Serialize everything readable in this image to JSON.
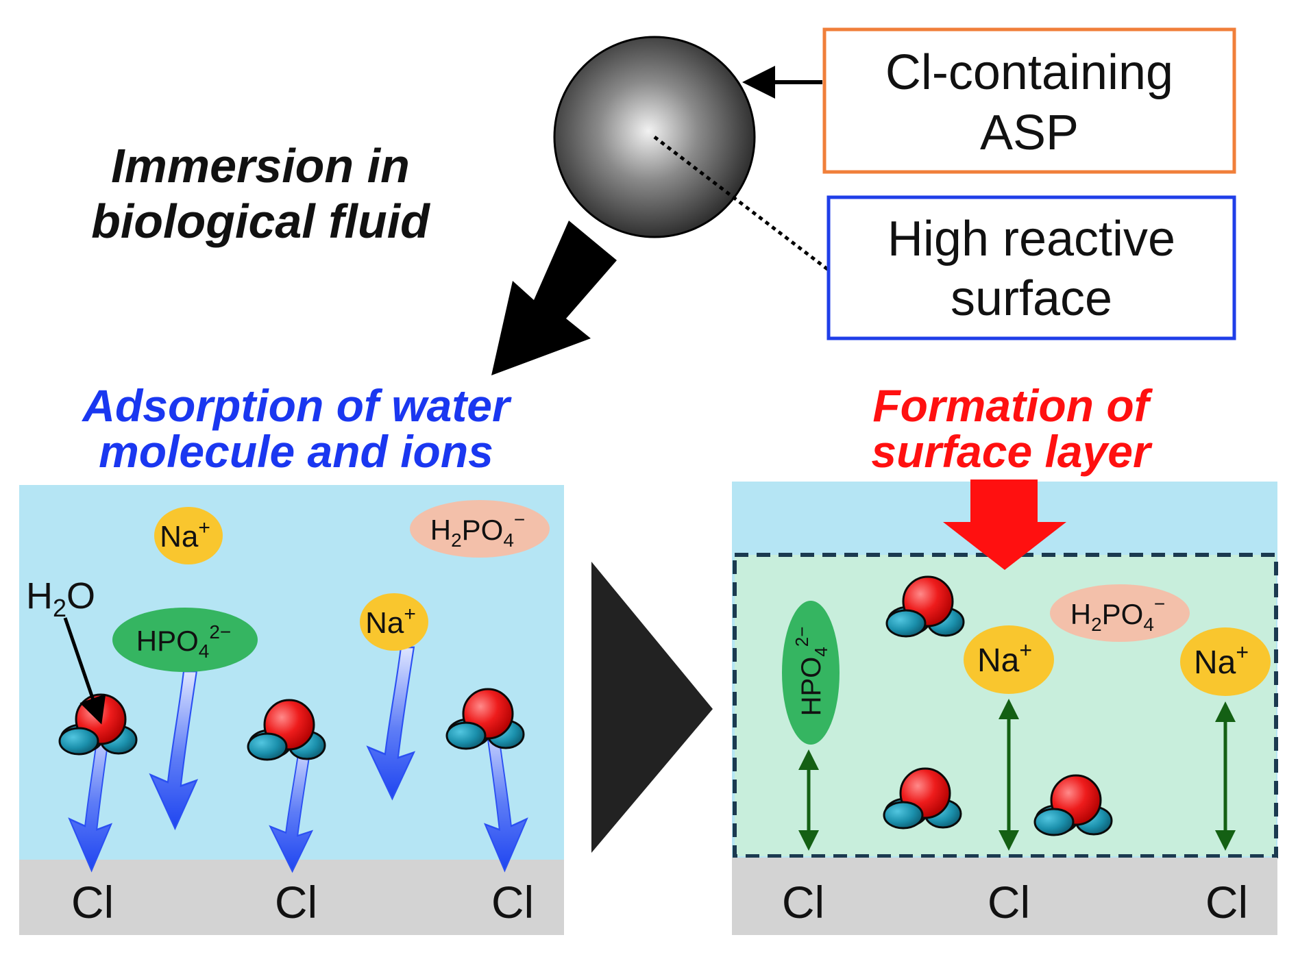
{
  "labels": {
    "immersion_line1": "Immersion in",
    "immersion_line2": "biological fluid",
    "box_asp_line1": "Cl-containing",
    "box_asp_line2": "ASP",
    "box_surface_line1": "High reactive",
    "box_surface_line2": "surface",
    "adsorption_line1": "Adsorption of water",
    "adsorption_line2": "molecule and ions",
    "formation_line1": "Formation of",
    "formation_line2": "surface layer"
  },
  "ions": {
    "na": "Na",
    "na_charge": "+",
    "h2po4_h": "H",
    "h2po4_sub1": "2",
    "h2po4_po": "PO",
    "h2po4_sub2": "4",
    "h2po4_charge": "−",
    "hpo4_base": "HPO",
    "hpo4_sub": "4",
    "hpo4_charge": "2−",
    "h2o_h": "H",
    "h2o_sub": "2",
    "h2o_o": "O"
  },
  "surface_sites": {
    "left": [
      "Cl",
      "Cl",
      "Cl"
    ],
    "right": [
      "Cl",
      "Cl",
      "Cl"
    ]
  },
  "colors": {
    "orange_box": "#f07f3a",
    "blue_box": "#1f3ee8",
    "blue_heading": "#1a37f0",
    "red_heading": "#ff1010",
    "fluid": "#b5e5f4",
    "layer": "#c8eedc",
    "substrate": "#d3d3d3",
    "na_ion": "#f9c62e",
    "h2po4_ion": "#f3c0aa",
    "hpo4_ion": "#35b561",
    "oxygen": "#ee1c1c",
    "hydrogen": "#1b90ac",
    "down_arrow": "#2b50f2",
    "bond_arrow": "#146014"
  }
}
